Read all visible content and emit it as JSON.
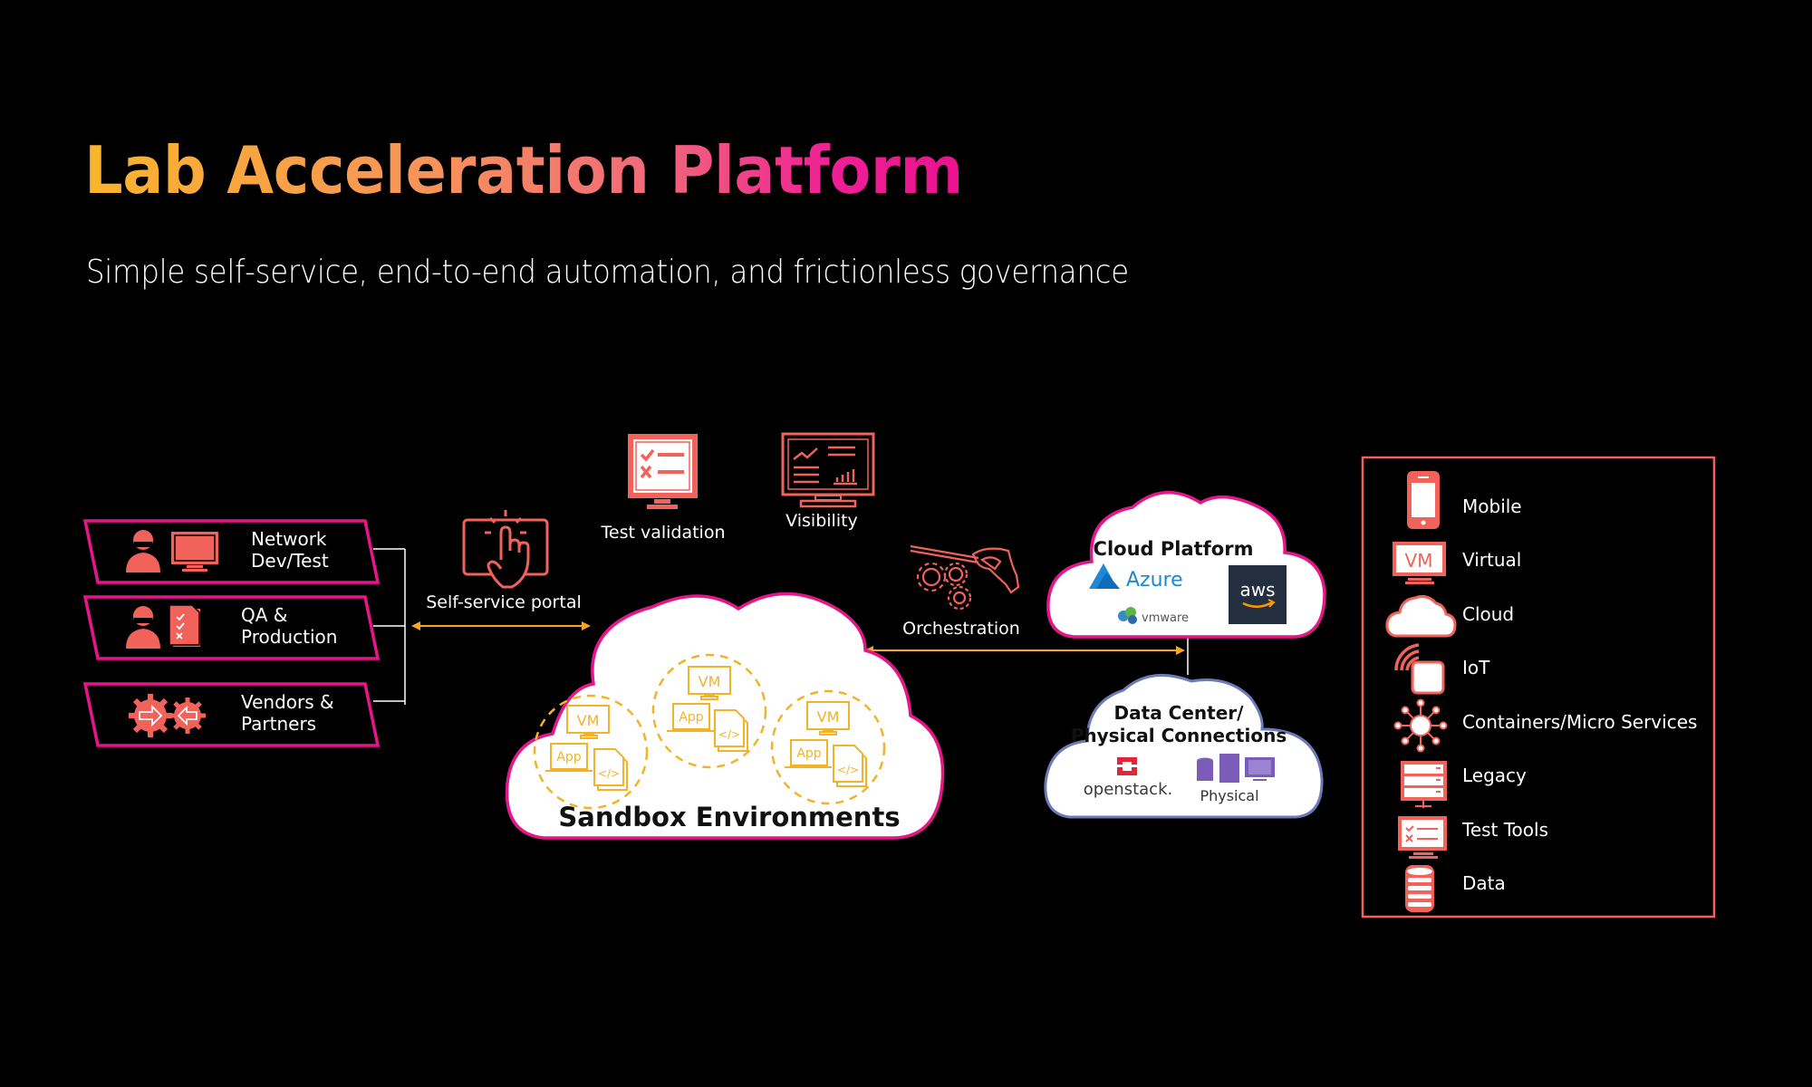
{
  "header": {
    "title": "Lab Acceleration Platform",
    "subtitle": "Simple self-service, end-to-end automation, and frictionless governance"
  },
  "colors": {
    "title_gradient_start": "#FBB52C",
    "title_gradient_end": "#EC1190",
    "accent_magenta": "#E5168A",
    "icon_coral": "#F0625A",
    "arrow_amber": "#F5A623",
    "sandbox_gold": "#F2B32A",
    "physical_purple": "#7B5CB8"
  },
  "user_groups": [
    {
      "line1": "Network",
      "line2": "Dev/Test",
      "icons": [
        "user-icon",
        "monitor-icon"
      ]
    },
    {
      "line1": "QA &",
      "line2": "Production",
      "icons": [
        "user-icon",
        "checklist-document-icon"
      ]
    },
    {
      "line1": "Vendors &",
      "line2": "Partners",
      "icons": [
        "gear-arrow-right-icon",
        "gear-arrow-left-icon"
      ]
    }
  ],
  "capabilities": {
    "self_service": "Self-service portal",
    "test_validation": "Test validation",
    "visibility": "Visibility",
    "orchestration": "Orchestration"
  },
  "sandbox": {
    "title": "Sandbox Environments",
    "environments": [
      {
        "vm_label": "VM",
        "app_label": "App",
        "code_label": "</>"
      },
      {
        "vm_label": "VM",
        "app_label": "App",
        "code_label": "</>"
      },
      {
        "vm_label": "VM",
        "app_label": "App",
        "code_label": "</>"
      }
    ]
  },
  "cloud_platform": {
    "title": "Cloud Platform",
    "providers": [
      "Azure",
      "aws",
      "vmware"
    ]
  },
  "data_center": {
    "title_line1": "Data Center/",
    "title_line2": "Physical Connections",
    "providers": [
      "openstack.",
      "Physical"
    ]
  },
  "resource_legend": [
    {
      "label": "Mobile",
      "icon": "mobile-phone-icon"
    },
    {
      "label": "Virtual",
      "icon": "vm-monitor-icon",
      "icon_text": "VM"
    },
    {
      "label": "Cloud",
      "icon": "cloud-icon"
    },
    {
      "label": "IoT",
      "icon": "iot-device-icon"
    },
    {
      "label": "Containers/Micro Services",
      "icon": "microservices-hub-icon"
    },
    {
      "label": "Legacy",
      "icon": "server-rack-icon"
    },
    {
      "label": "Test Tools",
      "icon": "test-tools-monitor-icon"
    },
    {
      "label": "Data",
      "icon": "database-icon"
    }
  ]
}
